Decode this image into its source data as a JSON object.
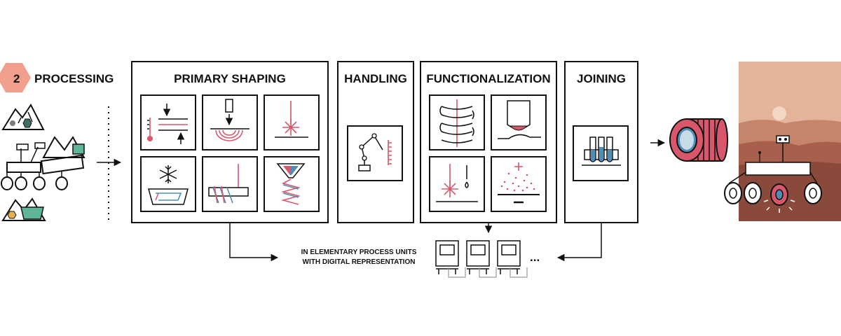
{
  "step": {
    "number": "2",
    "label": "PROCESSING"
  },
  "stages": {
    "primary_shaping": "PRIMARY SHAPING",
    "handling": "HANDLING",
    "functionalization": "FUNCTIONALIZATION",
    "joining": "JOINING"
  },
  "process_units": {
    "line1": "IN ELEMENTARY PROCESS UNITS",
    "line2": "WITH DIGITAL REPRESENTATION",
    "ellipsis": "..."
  },
  "colors": {
    "accent_red": "#d9576a",
    "accent_blue": "#4f8fb5",
    "accent_teal": "#5eb59a",
    "badge": "#f2a08e",
    "mars_sky": "#e3b39a",
    "mars_ground": "#8a4a3b"
  },
  "icons": [
    "badge-hexagon-icon",
    "rock-ore-icon",
    "rover-icon",
    "mining-ice-icon",
    "pressing-icon",
    "laser-melting-icon",
    "laser-icon",
    "freezing-icon",
    "injection-icon",
    "nozzle-printing-icon",
    "robot-arm-icon",
    "induction-coil-icon",
    "nozzle-coating-icon",
    "laser-drill-icon",
    "plasma-charge-icon",
    "test-tubes-icon",
    "wheel-part-icon",
    "process-unit-icon",
    "mars-scene-icon"
  ]
}
